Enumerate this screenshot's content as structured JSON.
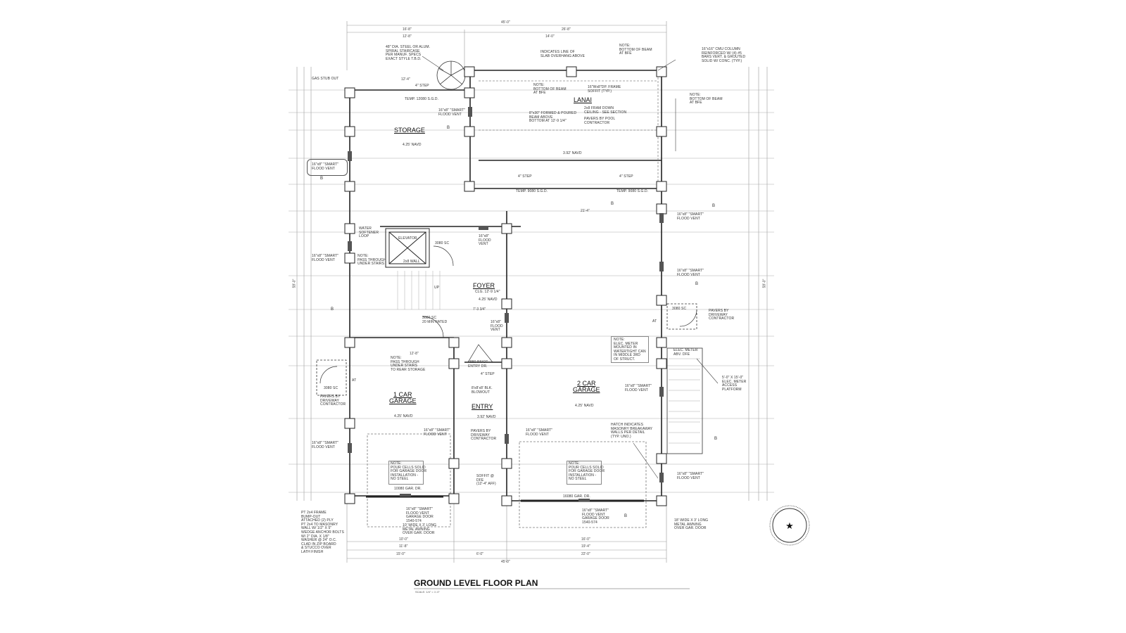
{
  "drawing": {
    "title": "GROUND LEVEL FLOOR PLAN",
    "scale": "SCALE: 1/4\" = 1'-0\""
  },
  "rooms": {
    "storage": "STORAGE",
    "lanai": "LANAI",
    "foyer": "FOYER",
    "one_car_garage": "1 CAR\nGARAGE",
    "two_car_garage": "2 CAR\nGARAGE",
    "entry": "ENTRY",
    "elevator": "ELEVATOR"
  },
  "elevations": {
    "storage": "4.25' NAVD",
    "lanai_steps": "3.92' NAVD",
    "foyer": "4.25' NAVD",
    "entry": "3.92' NAVD",
    "one_car": "4.25' NAVD",
    "two_car": "4.25' NAVD",
    "foyer_ceiling": "CLG. 12'-9 1/4\""
  },
  "notes": {
    "spiral_stair": "48\" DIA. STEEL OR ALUM.\nSPIRAL STAIRCASE\nPER MANUF. SPECS\nEXACT STYLE T.B.D.",
    "slab_overhang": "INDICATES LINE OF\nSLAB OVERHANG ABOVE",
    "beam_note_top": "NOTE:\nBOTTOM OF BEAM\nAT BFE",
    "cmu_column": "16\"x16\" CMU COLUMN\nREINFORCED W/ (4) #5\nBARS VERT. & GROUTED\nSOLID W/ CONC. (TYP.)",
    "beam_note_lanai": "NOTE:\nBOTTOM OF BEAM\nAT BFE",
    "soffit_frame": "16\"Wx8\"DP. FRAME\nSOFFIT (TYP.)",
    "beam_note_right": "NOTE:\nBOTTOM OF BEAM\nAT BFE",
    "lanai_ceiling": "2x8 FRAM DOWN\nCEILING - SEE SECTION",
    "pavers_pool": "PAVERS BY POOL\nCONTRACTOR",
    "formed_beam": "8\"x30\" FORMED & POURED\nBEAM ABOVE\nBOTTOM AT 12'-9 1/4\"",
    "gas_stub": "GAS STUB OUT",
    "step_storage": "4\" STEP",
    "temp_12080": "TEMP. 12080 S.G.D.",
    "step_lanai_1": "4\" STEP",
    "step_lanai_2": "4\" STEP",
    "temp_9080": "TEMP. 9080 S.G.D.",
    "flood_vent_smart": "16\"x8\" \"SMART\"\nFLOOD VENT",
    "flood_vent": "16\"x8\"\nFLOOD\nVENT",
    "water_softener": "WATER\nSOFTENER\nLOOP",
    "pass_under_stairs": "NOTE:\nPASS THROUGH\nUNDER STAIRS",
    "pass_rear_storage": "NOTE:\nPASS THROUGH\nUNDER STAIRS\nTO REAR STORAGE",
    "wall_2x8": "2x8 WALL",
    "door_3080": "3080 SC",
    "door_3080_20": "3080 SC\n20 MIN RATED",
    "up": "UP",
    "pivot_door": "4880 PIVOT\nENTRY DR.",
    "step_entry": "4\" STEP",
    "bulk_blowout": "8'x8'x8' BLK.\nBLOWOUT",
    "pavers_driveway": "PAVERS BY\nDRIVEWAY\nCONTRACTOR",
    "elec_meter_note": "NOTE:\nELEC. METER\nMOUNTED IN\nWATERTIGHT CAN\nIN MIDDLE 3RD\nOF STRUCT.",
    "elec_meter": "ELEC. METER\nABV. DFE",
    "elec_platform": "5'-0\" X 15'-0\"\nELEC. METER\nACCESS\nPLATFORM",
    "hatch_note": "HATCH INDICATES\nMASONRY BREAKAWAY\nWALLS PER DETAIL\n(TYP. UNO.)",
    "pour_cells": "NOTE:\nPOUR CELLS SOLID\nFOR GARAGE DOOR\nINSTALLATION -\nNO STEEL",
    "soffit_dfe": "SOFFIT @\nDFE\n(12'-4\" AFF)",
    "garage_door_10080": "10080 GAR. DR.",
    "garage_door_16080": "16080 GAR. DR.",
    "garage_vent": "16\"x8\" \"SMART\"\nFLOOD VENT\nGARAGE DOOR\n1540-574",
    "awning_small": "10' WIDE X 3' LONG\nMETAL AWNING\nOVER GAR. DOOR",
    "awning_large": "18' WIDE X 3' LONG\nMETAL AWNING\nOVER GAR. DOOR",
    "bump_out": "PT 2x4 FRAME\nBUMP-OUT\nATTACHED (2) PLY\nPT 2x4 TO MASONRY\nWALL W/ 1/2\" X 5\"\nWEDGE ANCHOR BOLTS\nW/ 2\" DIA. X 1/8\"\nWASHER @ 24\" O.C.\nCLAD IN ZIP BOARD\n& STUCCO OVER\nLATH FINISH",
    "at": "AT"
  },
  "dimensions": {
    "overall_width": "45'-0\"",
    "top_left": "16'-8\"",
    "top_right": "26'-8\"",
    "lanai_width": "14'-0\"",
    "storage_width": "12'-8\"",
    "lanai_span": "12'-4\"",
    "mid_span": "21'-4\"",
    "overall_depth": "59'-0\"",
    "bottom_overall": "45'-0\"",
    "bottom_left": "15'-0\"",
    "bottom_mid": "6'-0\"",
    "bottom_right": "22'-0\"",
    "door_small": "10'-0\"",
    "door_large": "16'-0\"",
    "bay_small": "11'-8\"",
    "bay_large": "19'-4\"",
    "stair_span": "12'-8\"",
    "foyer_dim": "7'-3 3/4\""
  },
  "tags": {
    "flood_vent_tag": "B"
  },
  "compass": {
    "icon": "north-star-icon"
  },
  "colors": {
    "line": "#222222",
    "light": "#888888",
    "paper": "#ffffff"
  }
}
